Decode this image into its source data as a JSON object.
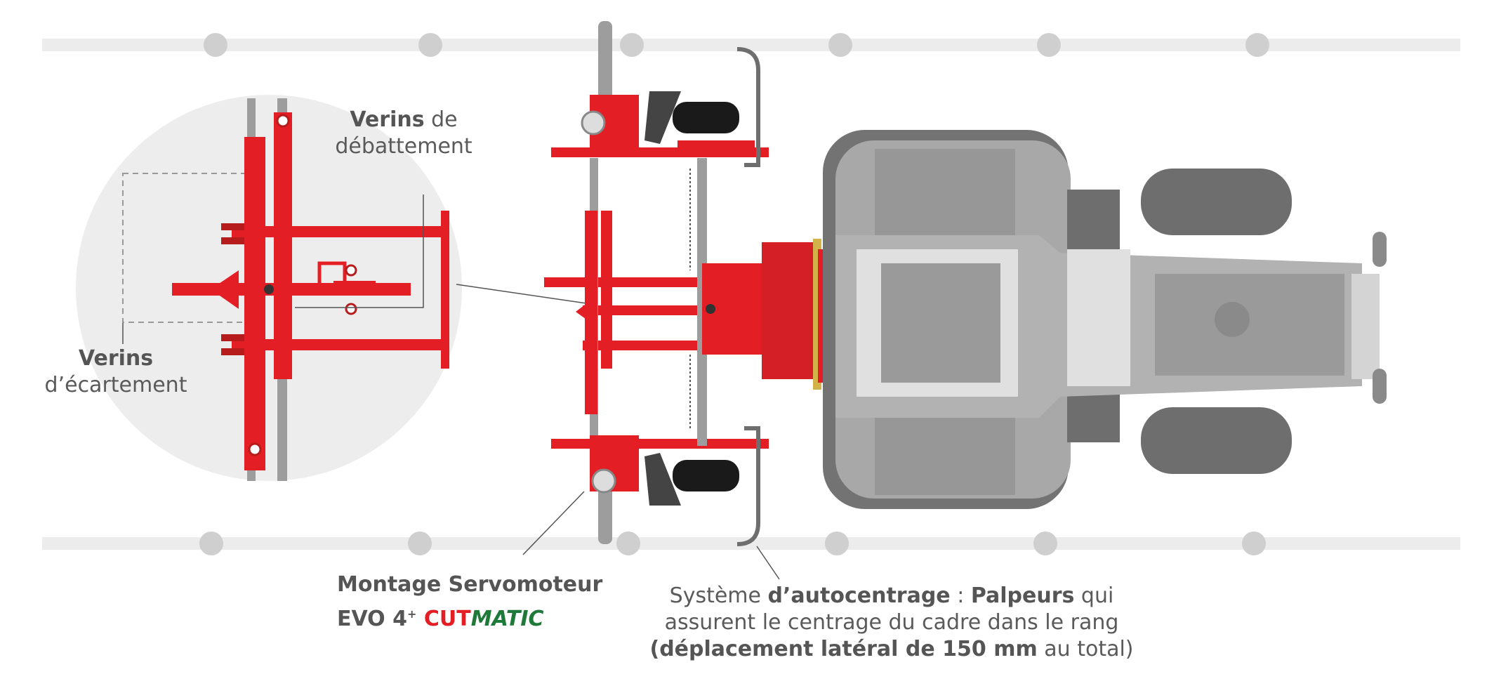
{
  "labels": {
    "verins_debattement": {
      "bold": "Verins",
      "rest1": " de",
      "rest2": "débattement"
    },
    "verins_ecartement": {
      "bold": "Verins",
      "rest": "d’écartement"
    },
    "servo": {
      "line1": "Montage Servomoteur",
      "line2_prefix": "EVO 4",
      "sup": "+",
      "cut": "CUT",
      "matic": "MATIC"
    },
    "autocentrage": {
      "pre": "Système ",
      "b1": "d’autocentrage",
      "mid": " : ",
      "b2": "Palpeurs",
      "post": " qui",
      "line2": "assurent le centrage du cadre dans le rang",
      "b3": "(déplacement latéral de 150 mm",
      "end": " au total)"
    }
  },
  "colors": {
    "red": "#e31e24",
    "grey_light": "#d9d9d9",
    "grey_mid": "#a8a8a8",
    "grey_dark": "#6e6e6e",
    "green": "#1f7a3a"
  }
}
